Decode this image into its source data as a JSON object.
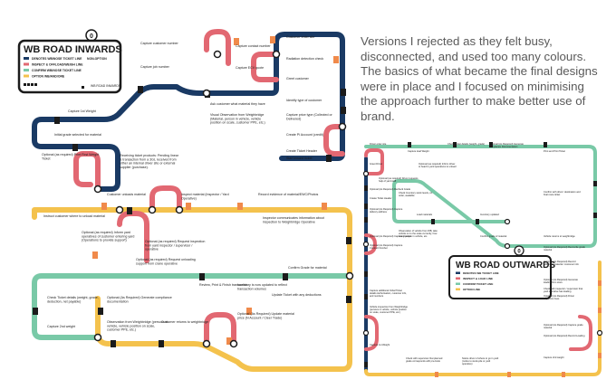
{
  "description_text": "Versions I rejected as they felt busy, disconnected, and used too many colours. The basics of what became the final designs were in place and I focused on minimising the approach further to make better use of brand.",
  "colors": {
    "navy": "#1a3a64",
    "red": "#e26872",
    "green": "#79c9a7",
    "yellow": "#f4c24d",
    "orange": "#f08a4b",
    "ink": "#1b1b1b"
  },
  "inwards": {
    "badge_number": "0",
    "title": "WB ROAD INWARDS",
    "legend": [
      {
        "label": "DENOTES WB/NOSE TICKET LINE",
        "color": "#1a3a64",
        "right": "NON-OPTION"
      },
      {
        "label": "INSPECT & OFFLOAD/WEIGH LINE",
        "color": "#e26872",
        "right": ""
      },
      {
        "label": "CONFIRM WB/NOSE TICKET LINE",
        "color": "#79c9a7",
        "right": ""
      },
      {
        "label": "OPTION WB/AND/ORE",
        "color": "#f4c24d",
        "right": ""
      }
    ],
    "legend_footer": "WB ROAD INWARDS",
    "labels": [
      "Capture customer number",
      "Capture contact number",
      "Capture job number",
      "Capture ECV quote",
      "Customer enter site",
      "Radiation detection check",
      "Greet customer",
      "Identify type of customer",
      "Capture price type (Collected or Delivered)",
      "Create Pi Account (credit)",
      "Create Ticket Header",
      "Start inward ticket",
      "Ask customer what material they have",
      "Visual Observation from Weighbridge (Material, person in vehicle, vehicle position on scale, customer PPE, etc.)",
      "Capture 1st Weight",
      "Initial grade selected for material",
      "Optional (as required) Print First Weight Ticket",
      "Receiving ticket products: Pending linear & transaction from a 3GL received from either an internal driver site or external supplier (purchase).",
      "Customer unloads material",
      "Inspect material (Inspector / Yard Operative)",
      "Record evidence of material/EWC/Photos",
      "Instruct customer where to unload material",
      "Inspector communicates information about inspection to Weighbridge Operative",
      "Optional (as required) Inform yard operatives of customer entering yard (Operations to provide support)",
      "Optional (as required) Request inspection from yard inspector / supervisor / operative",
      "Optional (as required) Request unloading support from crane operative",
      "Confirm Grade for material",
      "Review, Print & Finish transaction",
      "Inventory is now updated to reflect transaction volumes",
      "Optional (As Required) Generate compliance documentation",
      "Update Ticket with any deductions",
      "Check Ticket details (weight, grade, deduction, net payable)",
      "Capture 2nd weight",
      "Observation from Weighbridge (persons in vehicle, vehicle position on scale, customer PPE, etc.)",
      "Customer returns to weighbridge",
      "Optional (As Required) Update material price (N Account / Cleer Trade)"
    ]
  },
  "outwards": {
    "badge_number": "0",
    "title": "WB ROAD OUTWARDS",
    "legend": [
      {
        "label": "DENOTES WB TICKET LINE",
        "color": "#1a3a64"
      },
      {
        "label": "INSPECT & LOAD LINE",
        "color": "#e26872"
      },
      {
        "label": "CONFIRM TICKET LINE",
        "color": "#79c9a7"
      },
      {
        "label": "OPTION LINE",
        "color": "#f4c24d"
      }
    ],
    "labels": [
      "Driver enter site",
      "Capture load Weight",
      "Check Ticket details (weight, grade)",
      "Optional (As Required) Generate compliance Documentation",
      "Print and Print Ticket",
      "Greet Driver",
      "Optional (as required) Inform driver to head to yard operatives to unload",
      "Optional (as required) Driver requests help of yard staff",
      "Optional (As Required) Recheck Grade",
      "Create Ticket Header",
      "Check Inventory stock levels, on order, available",
      "Load materials",
      "Inventory updated",
      "Confirm with driver: destination and final route ticket",
      "Optional (As Required) Capture delivery address",
      "Observation of vehicle from WB, take vehicle on to the scale currently, how many people in vehicle, etc.",
      "Confirm grade of material",
      "Vehicle returns to weighbridge",
      "Optional (As Required) Capture Invoice",
      "Optional (As Required) Capture Contract Number",
      "Optional (As Required) Reconcile grade material",
      "Optional (As Required) Record additional material / customer info",
      "Capture additional Order/Ticket details Authorisation, customer info, and numbers",
      "Vehicle inspection from Weighbridge (persons in vehicle, vehicle position on scale, customer PPE, etc.)",
      "Capture 1st Weight",
      "Check with supervisor that planned grade corresponds with pre-book",
      "Notice driver of where to go in yard (notice to stock-pile or yard operative)",
      "Optional (As Required) Generate loading from store",
      "Check with inspector / supervisor that yard operative has loading",
      "Optional (As Required) Driver inspection fees",
      "Optional (As Required) Capture grade material",
      "Optional (As Required) Record Loading",
      "Capture 2nd weight"
    ]
  }
}
